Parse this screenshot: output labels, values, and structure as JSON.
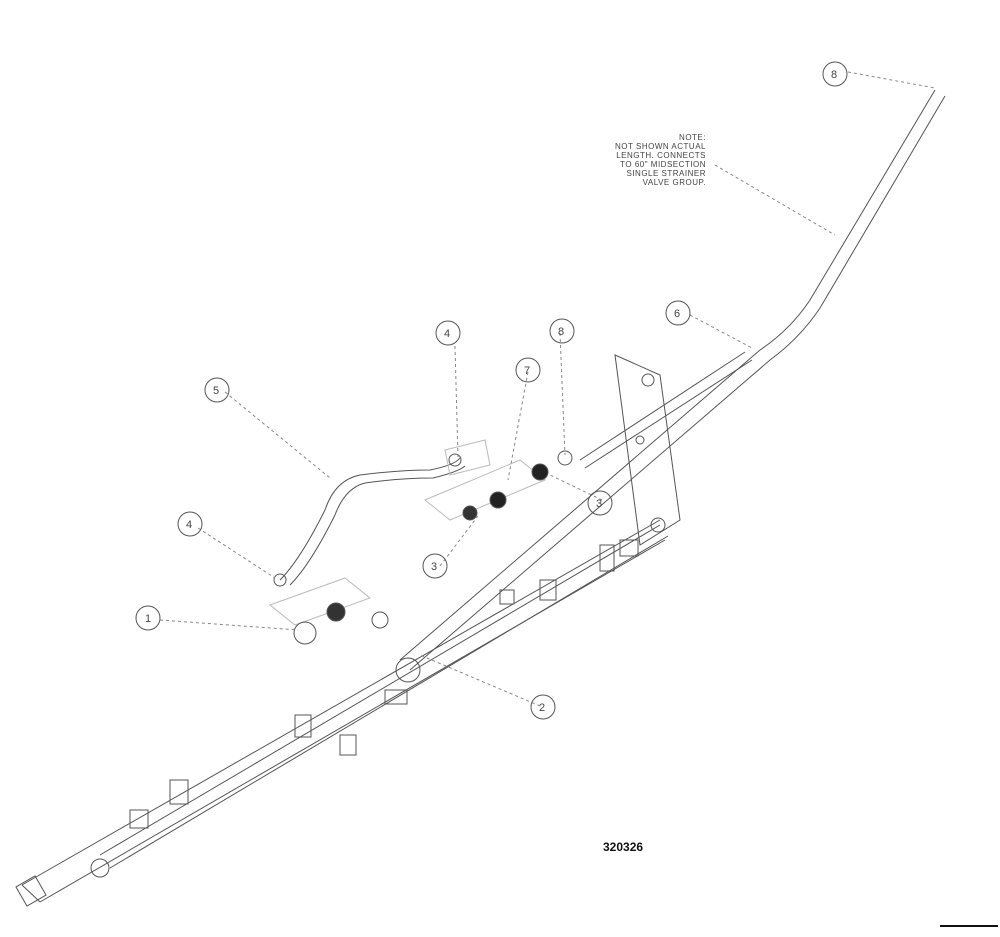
{
  "note": {
    "lines": [
      "NOTE:",
      "NOT SHOWN ACTUAL",
      "LENGTH.  CONNECTS",
      "TO 60\" MIDSECTION",
      "SINGLE STRAINER",
      "VALVE GROUP."
    ]
  },
  "drawing_id": "320326",
  "callouts": [
    {
      "id": "callout-1",
      "label": "1"
    },
    {
      "id": "callout-2",
      "label": "2"
    },
    {
      "id": "callout-3a",
      "label": "3"
    },
    {
      "id": "callout-3b",
      "label": "3"
    },
    {
      "id": "callout-4a",
      "label": "4"
    },
    {
      "id": "callout-4b",
      "label": "4"
    },
    {
      "id": "callout-5",
      "label": "5"
    },
    {
      "id": "callout-6",
      "label": "6"
    },
    {
      "id": "callout-7",
      "label": "7"
    },
    {
      "id": "callout-8a",
      "label": "8"
    },
    {
      "id": "callout-8b",
      "label": "8"
    }
  ]
}
